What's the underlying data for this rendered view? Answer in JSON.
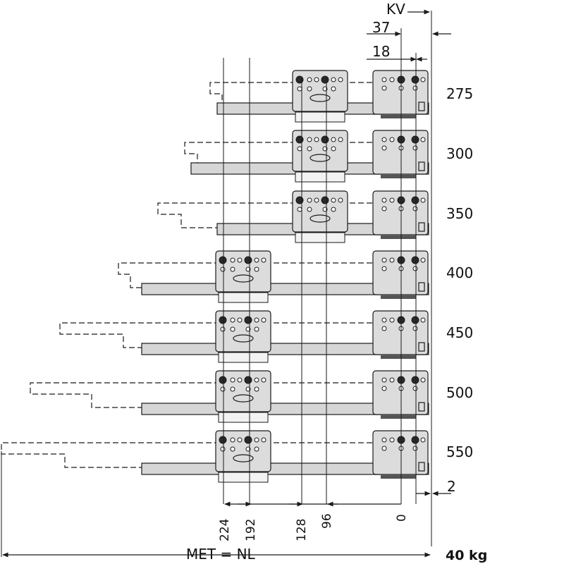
{
  "labels": {
    "kv": "KV",
    "d37": "37",
    "d18": "18",
    "d2": "2",
    "met": "MET = NL",
    "load": "40 kg"
  },
  "lengths": [
    "275",
    "300",
    "350",
    "400",
    "450",
    "500",
    "550"
  ],
  "hole_positions": [
    "224",
    "192",
    "128",
    "96",
    "0"
  ],
  "colors": {
    "line": "#1a1a1a",
    "bracket_fill": "#dcdcdc",
    "rail_fill": "#d6d6d6",
    "dot": "#2a2a2a"
  }
}
